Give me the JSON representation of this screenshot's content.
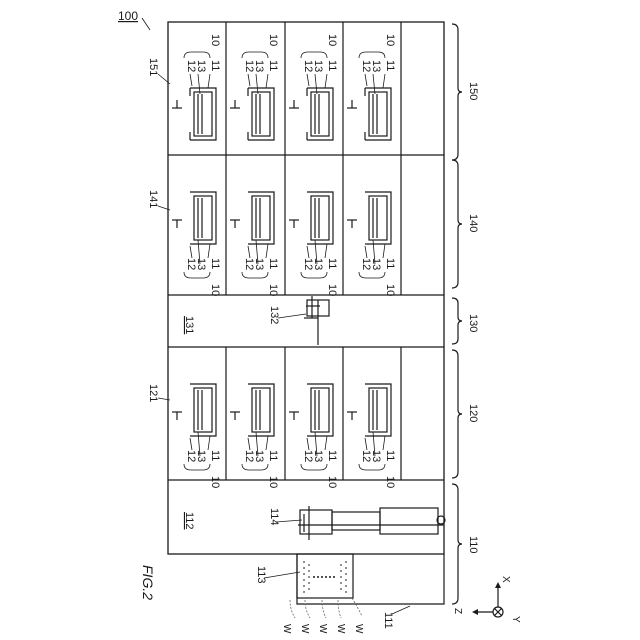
{
  "figure": {
    "title": "FIG.2",
    "ref": "100"
  },
  "sections": {
    "s110": "110",
    "s120": "120",
    "s130": "130",
    "s140": "140",
    "s150": "150"
  },
  "components": {
    "c111": "111",
    "c112": "112",
    "c113": "113",
    "c114": "114",
    "c121": "121",
    "c131": "131",
    "c132": "132",
    "c141": "141",
    "c151": "151"
  },
  "part_labels": {
    "p10": "10",
    "p11": "11",
    "p12": "12",
    "p13": "13"
  },
  "wafer_label": "W",
  "axes": {
    "x": "X",
    "y": "Y",
    "z": "Z"
  }
}
